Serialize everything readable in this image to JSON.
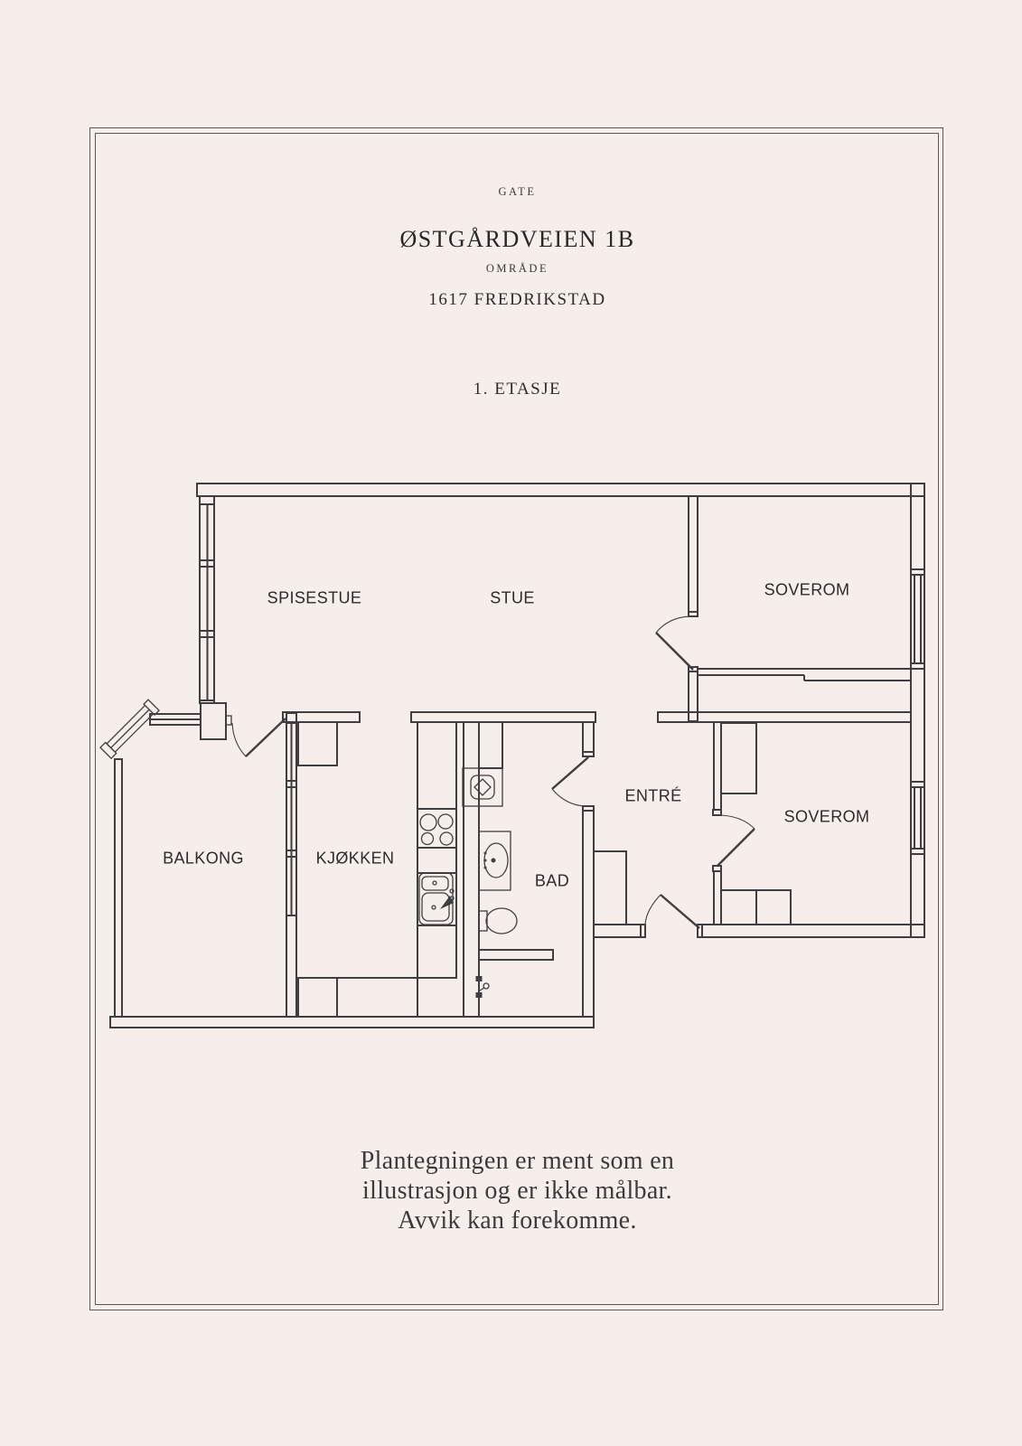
{
  "header": {
    "gate_label": "GATE",
    "street": "ØSTGÅRDVEIEN 1B",
    "omrade_label": "OMRÅDE",
    "postal_city": "1617 FREDRIKSTAD",
    "floor": "1. ETASJE"
  },
  "rooms": {
    "spisestue": "SPISESTUE",
    "stue": "STUE",
    "soverom_top": "SOVEROM",
    "balkong": "BALKONG",
    "kjokken": "KJØKKEN",
    "bad": "BAD",
    "entre": "ENTRÉ",
    "soverom_bottom": "SOVEROM"
  },
  "footer": {
    "line1": "Plantegningen er ment som en",
    "line2": "illustrasjon og er ikke målbar.",
    "line3": "Avvik kan forekomme."
  },
  "colors": {
    "background": "#f6eeea",
    "frame": "#565b4d",
    "wall_lines": "#3f3f3f",
    "text": "#2e2e2e"
  }
}
